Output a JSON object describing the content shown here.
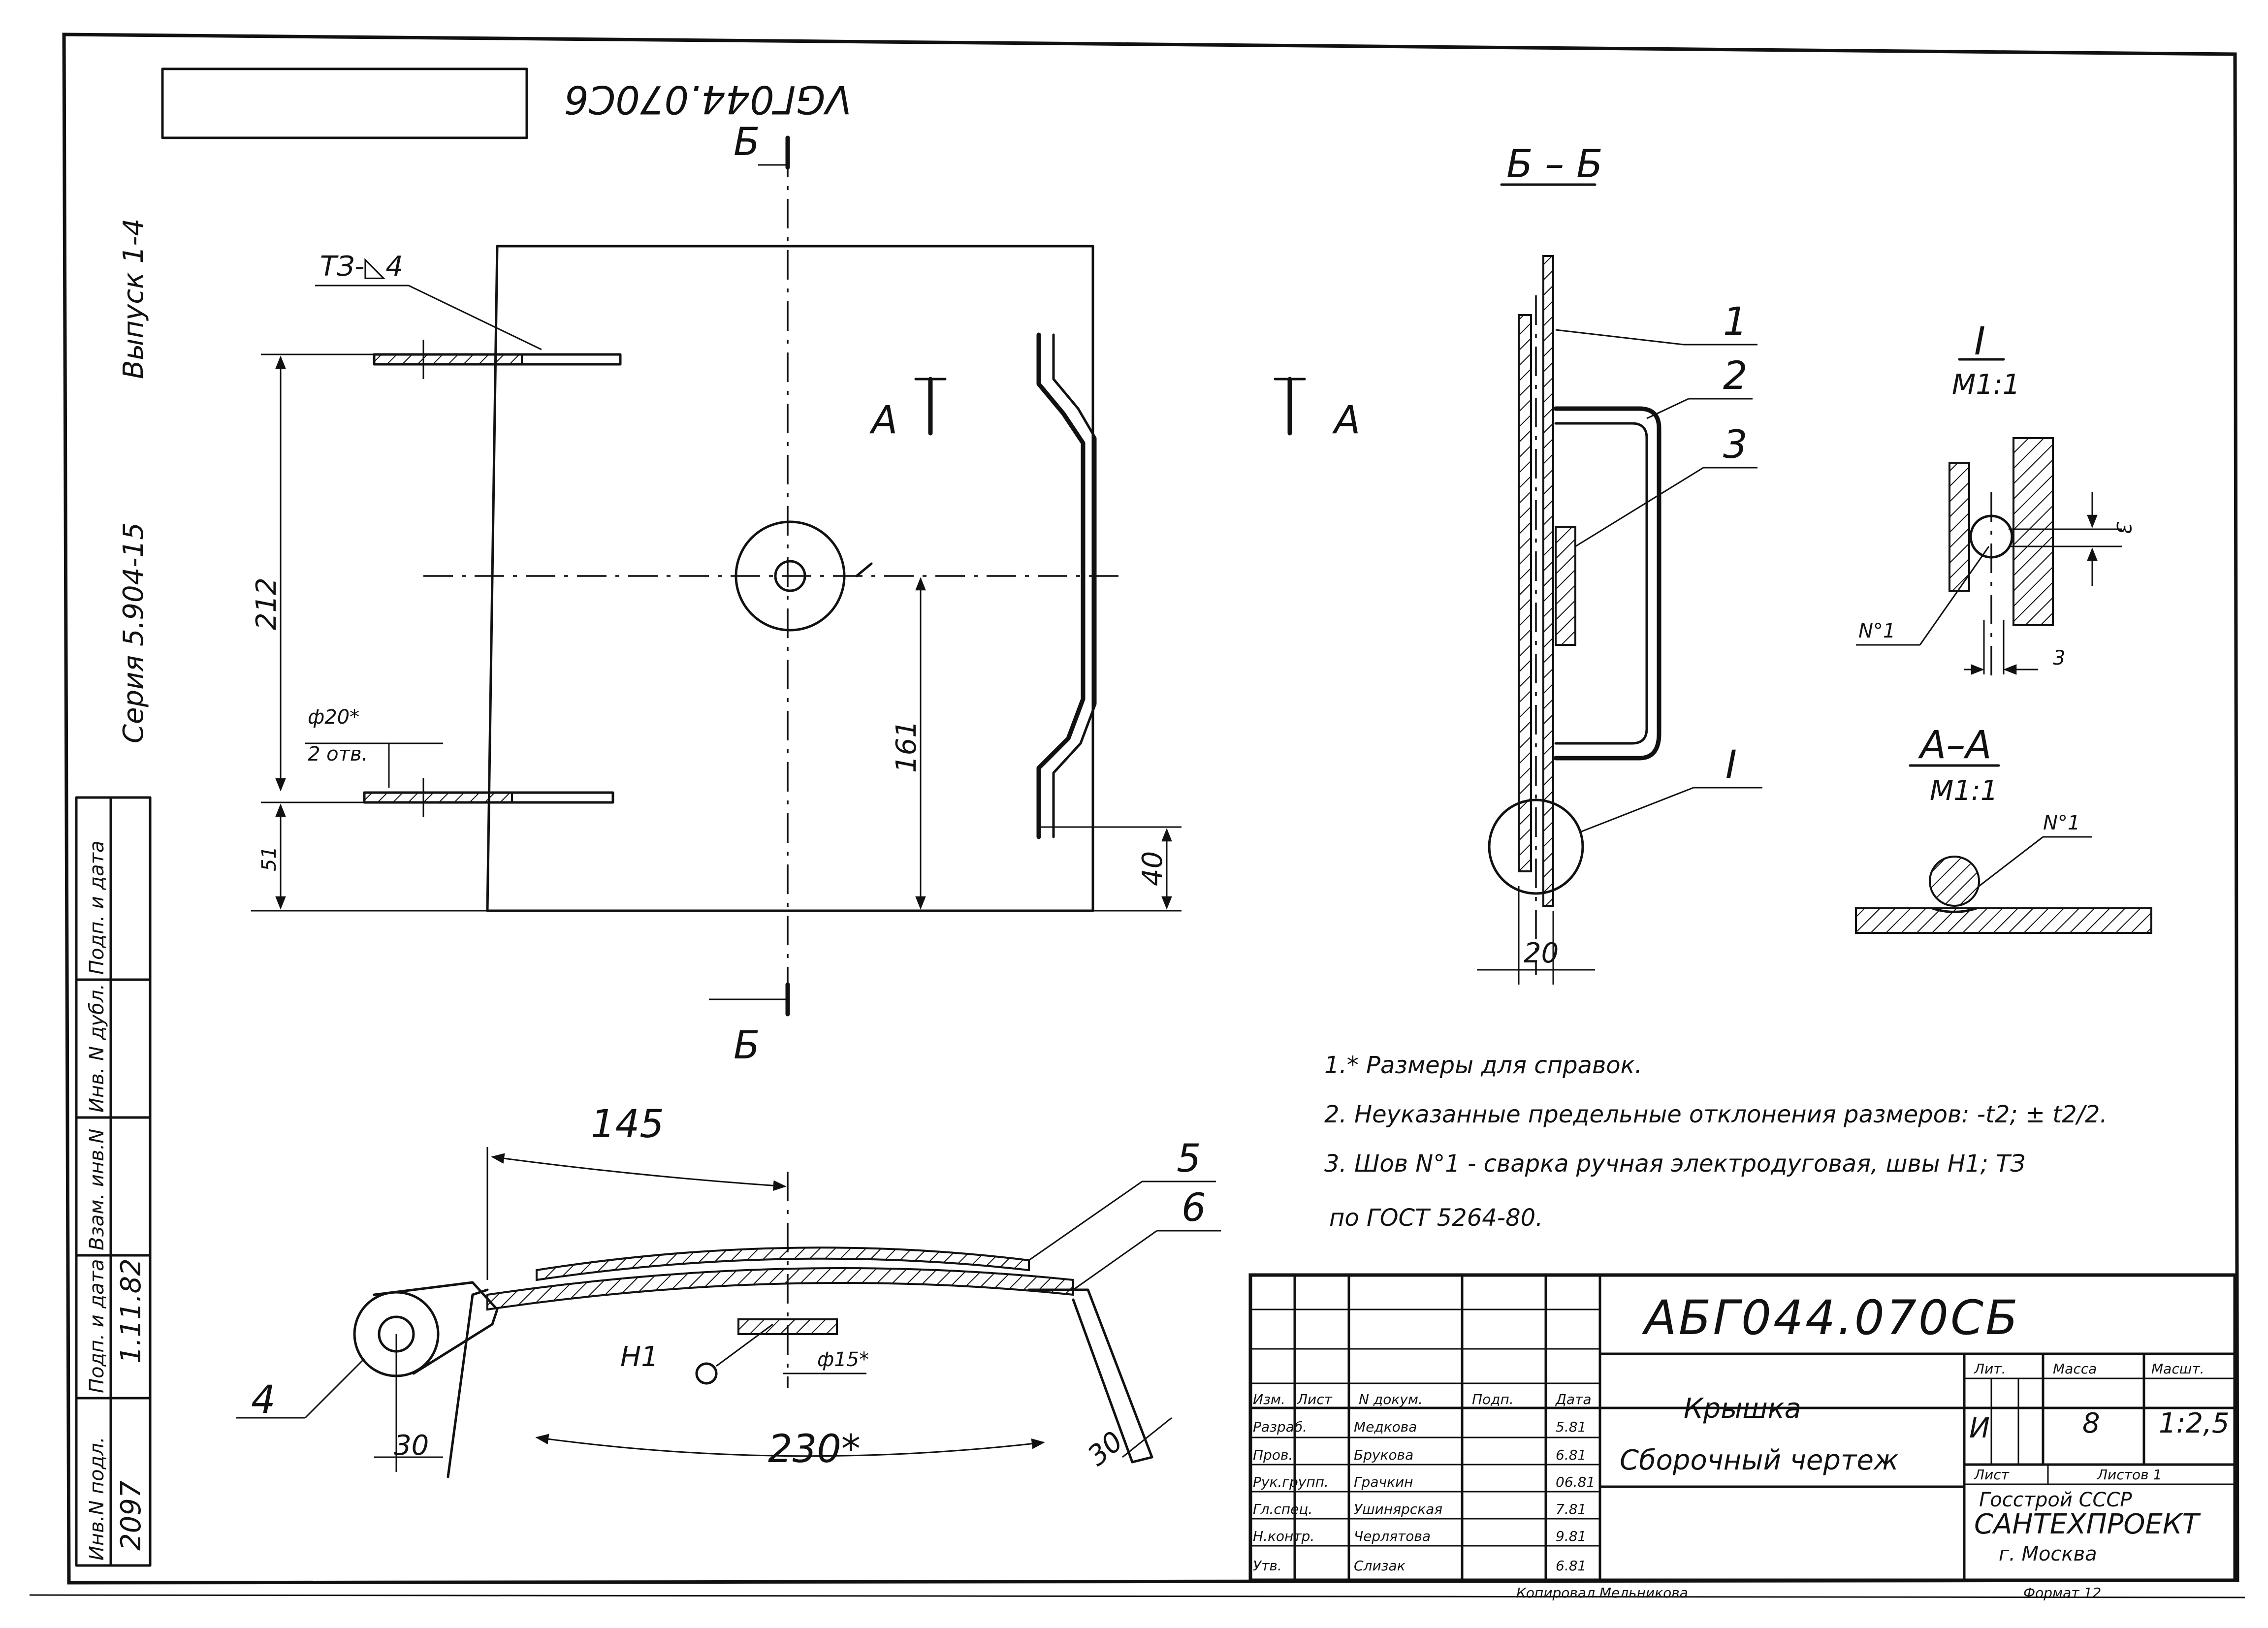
{
  "corner_code_mirrored": "VGГ044.070C6",
  "side_strip": {
    "series": "Серия 5.904-15",
    "issue": "Выпуск 1-4"
  },
  "left_stamp": {
    "columns": [
      "Инв.N подл.",
      "Подп. и дата",
      "Взам. инв.N",
      "Инв. N дубл.",
      "Подп. и дата"
    ],
    "inv_number": "2097",
    "date": "1.11.82"
  },
  "views": {
    "section_letter_top": "Б",
    "section_letter_bottom": "Б",
    "section_title": "Б – Б",
    "view_arrow_left": "А",
    "view_arrow_right": "А",
    "weld_callout": "ТЗ-◺4",
    "hole_callout_dia": "ф20*",
    "hole_callout_count": "2 отв.",
    "dim_212": "212",
    "dim_161": "161",
    "dim_40": "40",
    "dim_51": "51",
    "dim_145": "145",
    "dim_230": "230*",
    "dim_30_left": "30",
    "dim_30_right": "30",
    "dim_20": "20",
    "dim_3a": "3",
    "dim_3b": "3",
    "weld_h1": "Н1",
    "dia_15": "ф15*",
    "detail_I_title": "I",
    "detail_I_scale": "М1:1",
    "section_AA_title": "А–А",
    "section_AA_scale": "М1:1",
    "weld_no1_a": "N°1",
    "weld_no1_b": "N°1",
    "leader_I": "I",
    "pos": [
      "1",
      "2",
      "3",
      "4",
      "5",
      "6"
    ]
  },
  "notes": [
    "1.* Размеры для справок.",
    "2. Неуказанные предельные отклонения размеров: -t2; ± t2/2.",
    "3. Шов N°1 - сварка ручная электродуговая, швы Н1; ТЗ",
    "по ГОСТ 5264-80."
  ],
  "title_block": {
    "designation": "АБГ044.070СБ",
    "part_name": "Крышка",
    "doc_type": "Сборочный чертеж",
    "lit_label": "Лит.",
    "mass_label": "Масса",
    "scale_label": "Масшт.",
    "lit_value": "И",
    "mass_value": "8",
    "scale_value": "1:2,5",
    "sheet_label": "Лист",
    "sheets_label": "Листов 1",
    "org_line1": "Госстрой СССР",
    "org_line2": "САНТЕХПРОЕКТ",
    "org_line3": "г. Москва",
    "header_cols": [
      "Изм.",
      "Лист",
      "N докум.",
      "Подп.",
      "Дата"
    ],
    "roles": [
      {
        "role": "Разраб.",
        "name": "Медкова",
        "date": "5.81"
      },
      {
        "role": "Пров.",
        "name": "Брукова",
        "date": "6.81"
      },
      {
        "role": "Рук.групп.",
        "name": "Грачкин",
        "date": "06.81"
      },
      {
        "role": "Гл.спец.",
        "name": "Ушинярская",
        "date": "7.81"
      },
      {
        "role": "Н.контр.",
        "name": "Черлятова",
        "date": "9.81"
      },
      {
        "role": "Утв.",
        "name": "Слизак",
        "date": "6.81"
      }
    ],
    "copied_by": "Копировал Мельникова",
    "format": "Формат 12"
  }
}
